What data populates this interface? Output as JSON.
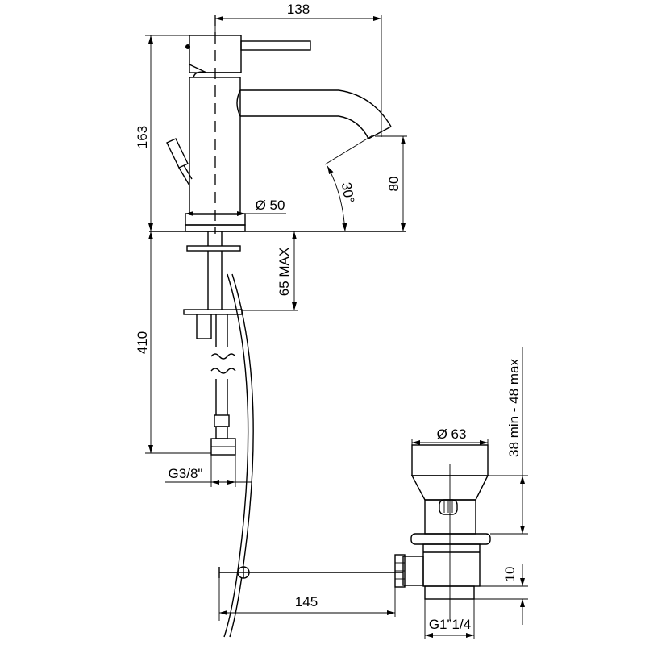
{
  "drawing": {
    "dimensions": {
      "spout_reach": "138",
      "total_height": "163",
      "spout_height": "80",
      "spout_angle": "30°",
      "base_diameter": "Ø 50",
      "deck_thickness": "65 MAX",
      "hose_length": "410",
      "hose_connection": "G3/8\"",
      "rod_length": "145",
      "waste_diameter": "Ø 63",
      "basin_thickness": "38 min - 48 max",
      "thread_length": "10",
      "waste_thread": "G1\"1/4"
    }
  }
}
